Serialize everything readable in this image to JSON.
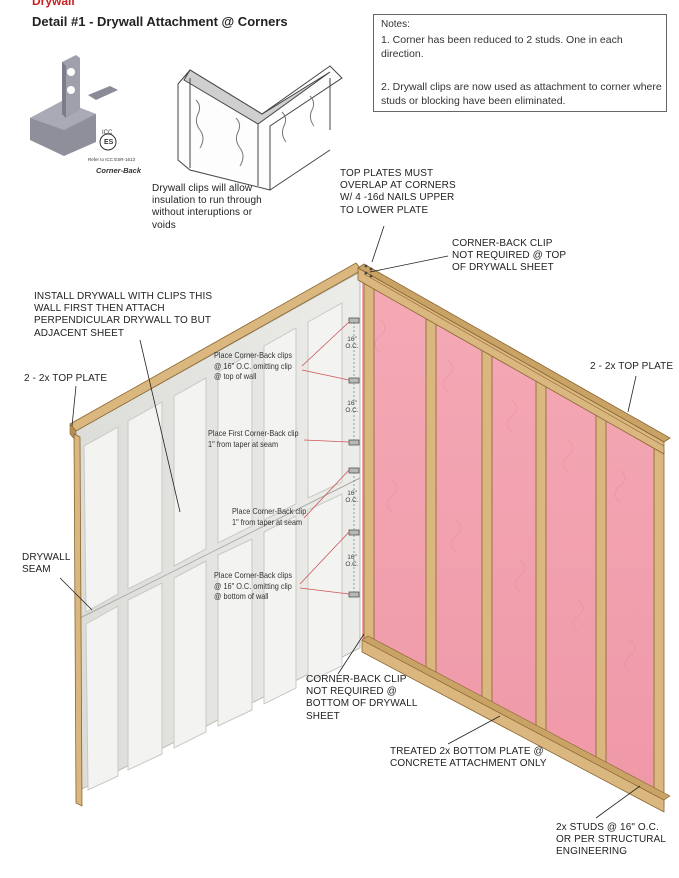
{
  "header": {
    "section_label": "Drywall",
    "detail_title": "Detail #1 - Drywall Attachment @ Corners"
  },
  "notes": {
    "heading": "Notes:",
    "items": [
      "1. Corner has been reduced to 2 studs. One in each direction.",
      "2. Drywall clips are now used as attachment to corner where studs or blocking have been eliminated."
    ]
  },
  "product": {
    "badge_top": "ICC",
    "badge_mark": "ES",
    "badge_ref": "Refer to ICC ESR-1613",
    "brand": "Corner-Back"
  },
  "labels": {
    "drywall_clips": "Drywall clips will allow insulation to run through without interuptions or voids",
    "top_plates": "TOP PLATES MUST OVERLAP AT CORNERS W/ 4 -16d NAILS UPPER TO LOWER PLATE",
    "clip_not_required_top": "CORNER-BACK CLIP NOT REQUIRED @ TOP OF DRYWALL SHEET",
    "install_drywall": "INSTALL DRYWALL WITH CLIPS THIS WALL FIRST THEN ATTACH PERPENDICULAR DRYWALL TO BUT ADJACENT SHEET",
    "top_plate_left": "2 - 2x TOP PLATE",
    "top_plate_right": "2 - 2x TOP PLATE",
    "drywall_seam": "DRYWALL SEAM",
    "clip_not_required_bottom": "CORNER-BACK CLIP NOT REQUIRED @ BOTTOM OF DRYWALL SHEET",
    "bottom_plate": "TREATED 2x BOTTOM PLATE @ CONCRETE ATTACHMENT ONLY",
    "studs": "2x STUDS @ 16\" O.C. OR PER STRUCTURAL ENGINEERING"
  },
  "handwritten": {
    "clip_top": "Place Corner-Back clips @ 16\" O.C. omitting clip @ top of wall",
    "clip_first": "Place First Corner-Back clip 1\" from taper at seam",
    "clip_seam": "Place Corner-Back clip 1\" from taper at seam",
    "clip_bottom": "Place Corner-Back clips @ 16\" O.C. omitting clip @ bottom of wall"
  },
  "spacing": {
    "s1": "16\" O.C.",
    "s2": "16\" O.C.",
    "s3": "16\" O.C.",
    "s4": "16\" O.C."
  },
  "colors": {
    "wood": "#d9b77f",
    "wood_dark": "#8a6530",
    "insulation": "#f2a3b0",
    "drywall": "#e7e7e4",
    "accent": "#cc2222"
  }
}
